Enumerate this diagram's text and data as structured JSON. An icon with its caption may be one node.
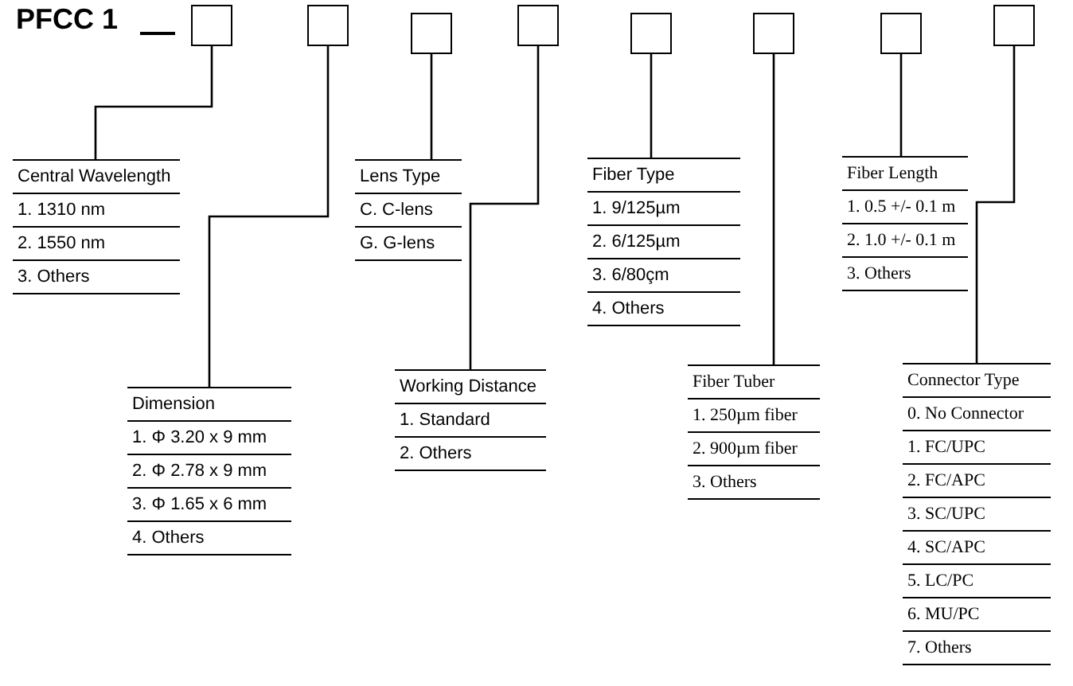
{
  "diagram": {
    "nodes": [
      {
        "text": [],
        "shape": "box"
      },
      {
        "text": [],
        "shape": "box"
      },
      {
        "text": [],
        "shape": "box"
      },
      {
        "text": [],
        "shape": "box"
      },
      {
        "text": [],
        "shape": "box"
      },
      {
        "text": [],
        "shape": "box"
      },
      {
        "text": [],
        "shape": "box"
      },
      {
        "text": [],
        "shape": "box"
      },
      {
        "text": [
          "Central Wavelength",
          "1. 1310 nm",
          "2. 1550 nm",
          "3. Others"
        ]
      },
      {
        "text": [
          "Lens Type",
          "C. C-lens",
          "G. G-lens"
        ]
      },
      {
        "text": [
          "Fiber Type",
          "1. 9/125µm",
          "2. 6/125µm",
          "3. 6/80çm",
          "4. Others"
        ]
      },
      {
        "text": [
          "Fiber Length",
          "1. 0.5 +/- 0.1 m",
          "2. 1.0 +/- 0.1 m",
          "3. Others"
        ]
      },
      {
        "text": [
          "Dimension",
          "1. Φ 3.20 x 9 mm",
          "2. Φ 2.78 x 9 mm",
          "3. Φ 1.65 x 6 mm",
          "4. Others"
        ]
      },
      {
        "text": [
          "Working Distance",
          "1. Standard",
          "2. Others"
        ]
      },
      {
        "text": [
          "Fiber Tuber",
          "1. 250µm fiber",
          "2. 900µm fiber",
          "3. Others"
        ]
      },
      {
        "text": [
          "Connector Type",
          "0. No Connector",
          "1. FC/UPC",
          "2. FC/APC",
          "3. SC/UPC",
          "4. SC/APC",
          "5. LC/PC",
          "6. MU/PC",
          "7. Others"
        ]
      }
    ],
    "edges": [
      {
        "from": 0,
        "to": 8,
        "arrow": "none"
      },
      {
        "from": 1,
        "to": 12,
        "arrow": "none"
      },
      {
        "from": 2,
        "to": 9,
        "arrow": "none"
      },
      {
        "from": 3,
        "to": 13,
        "arrow": "none"
      },
      {
        "from": 4,
        "to": 10,
        "arrow": "none"
      },
      {
        "from": 5,
        "to": 14,
        "arrow": "none"
      },
      {
        "from": 6,
        "to": 11,
        "arrow": "none"
      },
      {
        "from": 7,
        "to": 15,
        "arrow": "none"
      }
    ],
    "labels": [
      "PFCC 1"
    ]
  }
}
